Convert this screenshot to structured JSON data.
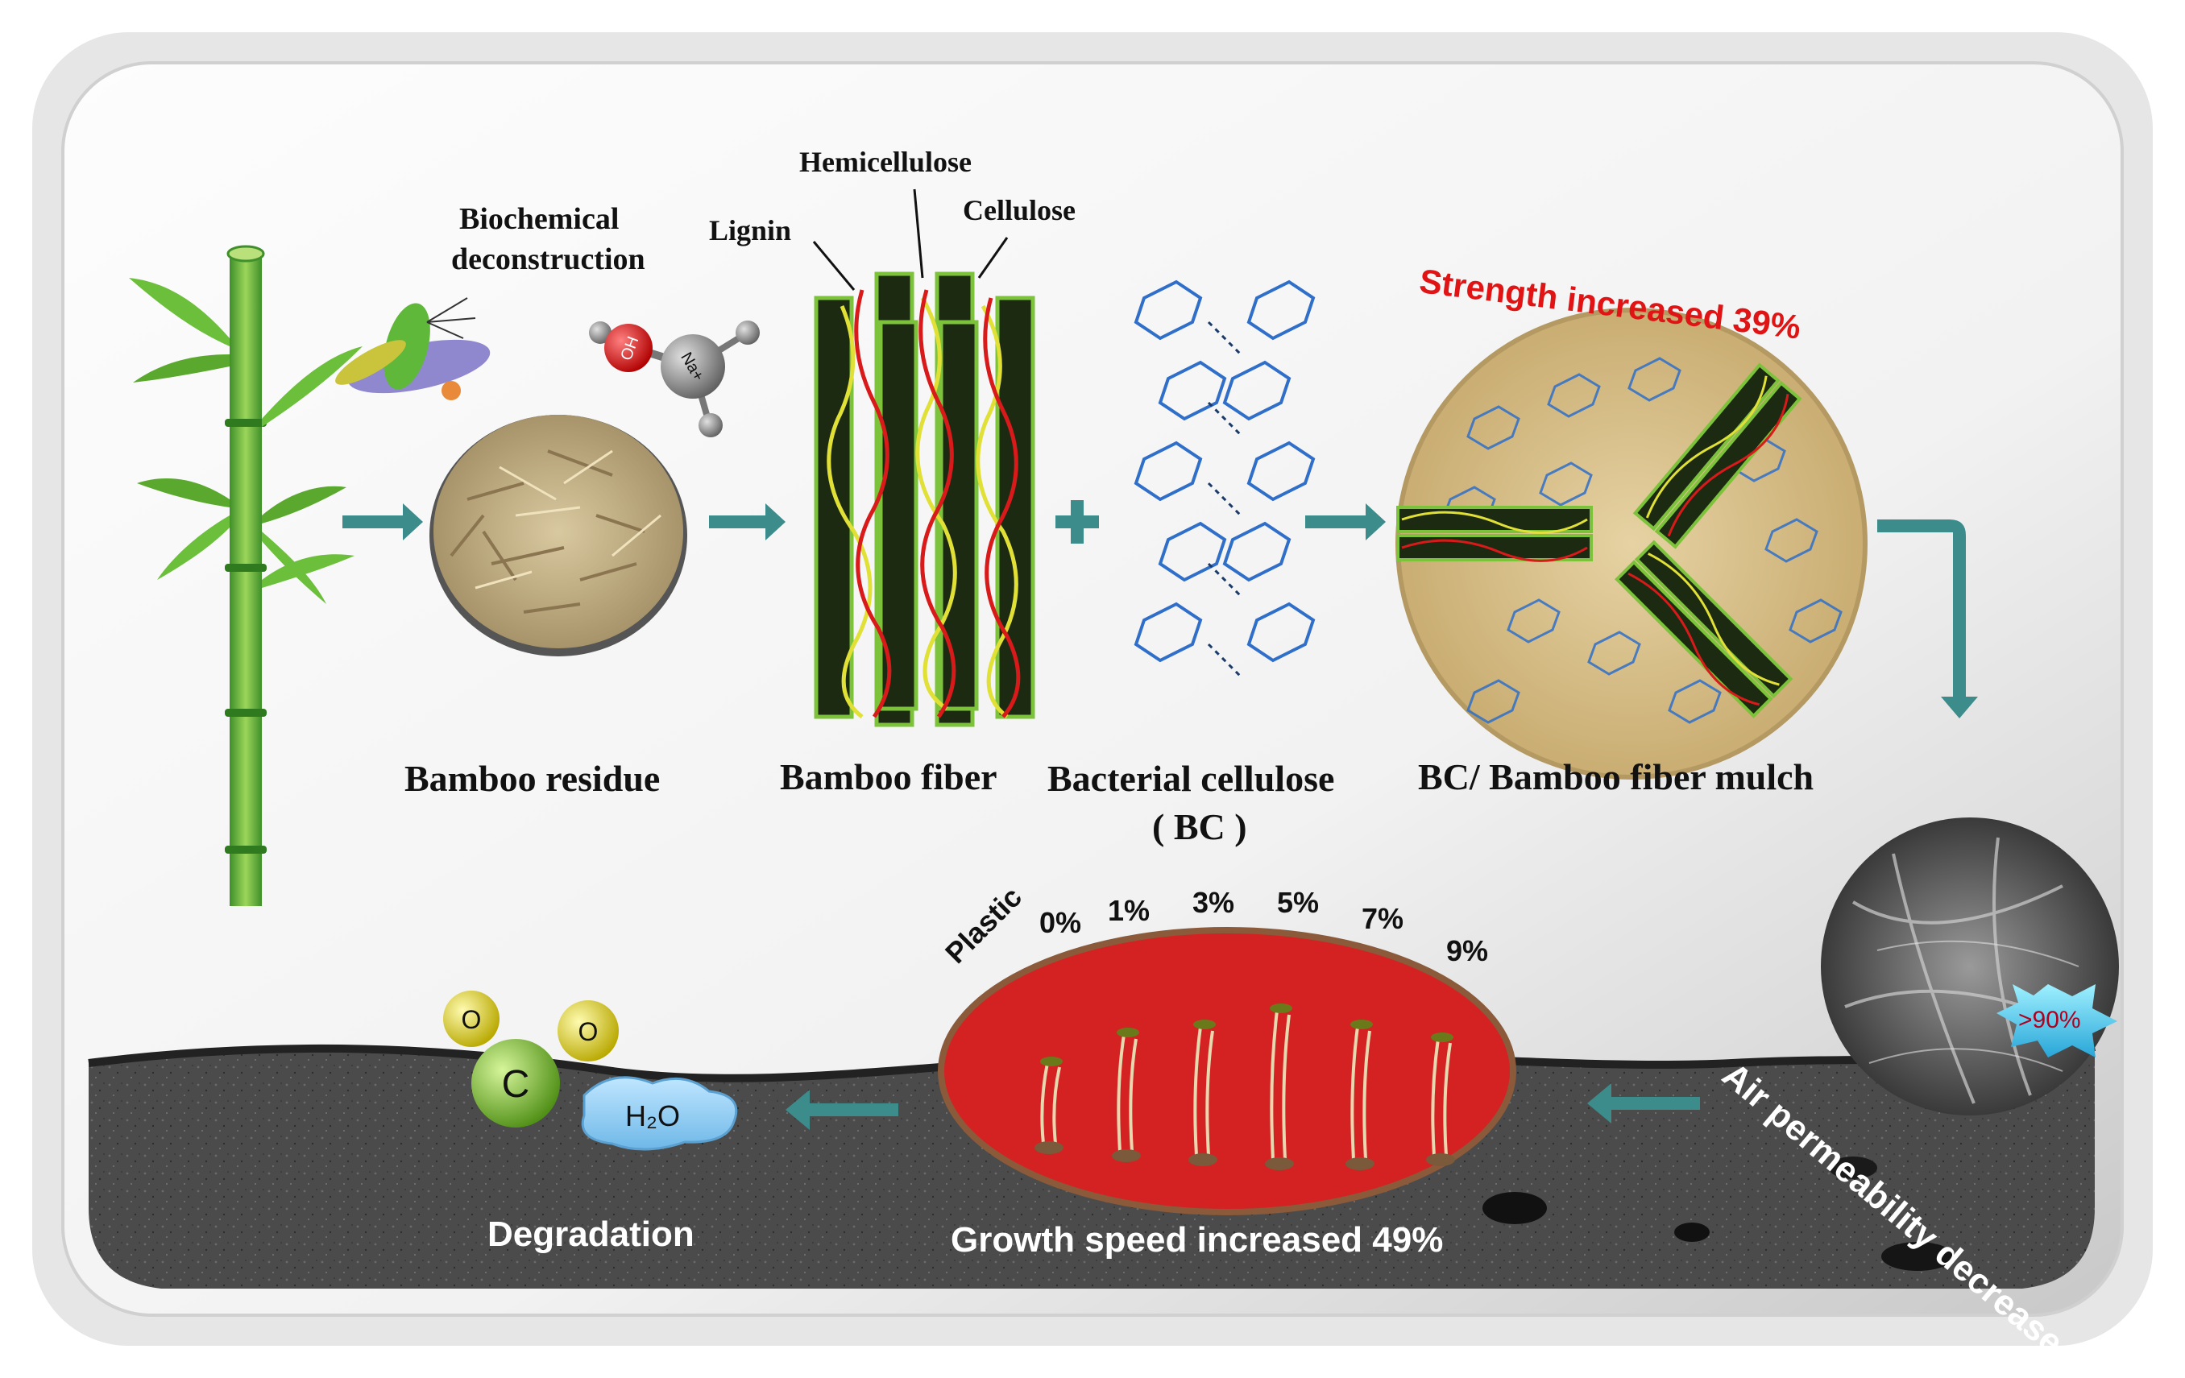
{
  "labels": {
    "biochemical": "Biochemical",
    "deconstruction": "deconstruction",
    "hemicellulose": "Hemicellulose",
    "lignin": "Lignin",
    "cellulose": "Cellulose",
    "bamboo_residue": "Bamboo residue",
    "bamboo_fiber": "Bamboo fiber",
    "bacterial_cellulose": "Bacterial cellulose",
    "bc_abbrev": "( BC )",
    "mulch": "BC/ Bamboo fiber mulch",
    "strength": "Strength increased 39%",
    "degradation": "Degradation",
    "growth": "Growth speed increased 49%",
    "air_permeability": "Air permeability decrease",
    "burst": ">90%",
    "molecule_oh": "OH",
    "molecule_na": "Na+",
    "co2_c": "C",
    "co2_o1": "O",
    "co2_o2": "O",
    "water": "H₂O"
  },
  "treatments": [
    "Plastic",
    "0%",
    "1%",
    "3%",
    "5%",
    "7%",
    "9%"
  ],
  "colors": {
    "teal_arrow": "#3d8c8c",
    "soil": "#4a4a4a",
    "red_tray": "#d42222",
    "stalk_green": "#7dc24a",
    "mulch_disc": "#d8c08a",
    "highlight_red": "#e01414"
  }
}
